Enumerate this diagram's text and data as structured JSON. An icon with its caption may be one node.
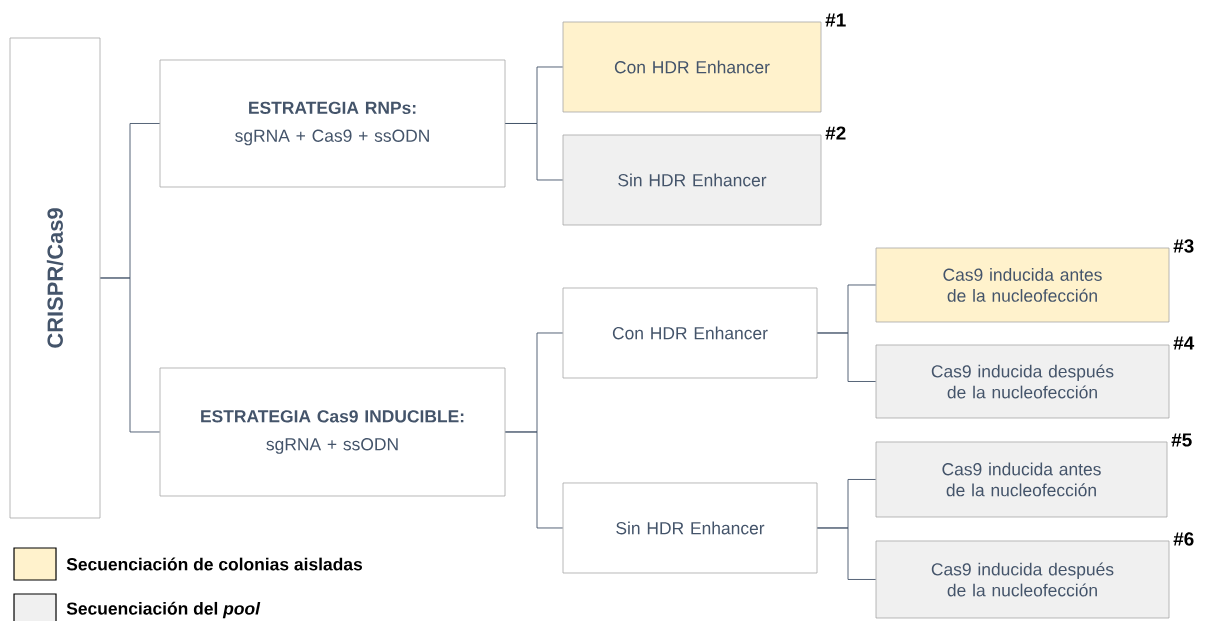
{
  "diagram": {
    "nodes": [
      {
        "text": [
          "CRISPR/Cas9"
        ]
      },
      {
        "text": [
          "ESTRATEGIA RNPs:",
          "sgRNA + Cas9 + ssODN"
        ]
      },
      {
        "text": [
          "ESTRATEGIA Cas9 INDUCIBLE:",
          "sgRNA + ssODN"
        ]
      },
      {
        "text": [
          "Con HDR Enhancer"
        ],
        "beside": [
          "#1"
        ]
      },
      {
        "text": [
          "Sin HDR Enhancer"
        ],
        "beside": [
          "#2"
        ]
      },
      {
        "text": [
          "Con HDR Enhancer"
        ]
      },
      {
        "text": [
          "Sin HDR Enhancer"
        ]
      },
      {
        "text": [
          "Cas9 inducida antes de la nucleofección"
        ],
        "beside": [
          "#3"
        ]
      },
      {
        "text": [
          "Cas9 inducida después de la nucleofección"
        ],
        "beside": [
          "#4"
        ]
      },
      {
        "text": [
          "Cas9 inducida antes de la nucleofección"
        ],
        "beside": [
          "#5"
        ]
      },
      {
        "text": [
          "Cas9 inducida después de la nucleofección"
        ],
        "beside": [
          "#6"
        ]
      }
    ],
    "edges": [
      {
        "from": 0,
        "to": 1,
        "arrow": "none"
      },
      {
        "from": 0,
        "to": 2,
        "arrow": "none"
      },
      {
        "from": 1,
        "to": 3,
        "arrow": "none"
      },
      {
        "from": 1,
        "to": 4,
        "arrow": "none"
      },
      {
        "from": 2,
        "to": 5,
        "arrow": "none"
      },
      {
        "from": 2,
        "to": 6,
        "arrow": "none"
      },
      {
        "from": 5,
        "to": 7,
        "arrow": "none"
      },
      {
        "from": 5,
        "to": 8,
        "arrow": "none"
      },
      {
        "from": 6,
        "to": 9,
        "arrow": "none"
      },
      {
        "from": 6,
        "to": 10,
        "arrow": "none"
      }
    ],
    "legend": [
      {
        "text": "Secuenciación de colonias aisladas",
        "color": "#fff2cc"
      },
      {
        "text": "Secuenciación del *pool*",
        "color": "#f0f0f0"
      }
    ]
  }
}
